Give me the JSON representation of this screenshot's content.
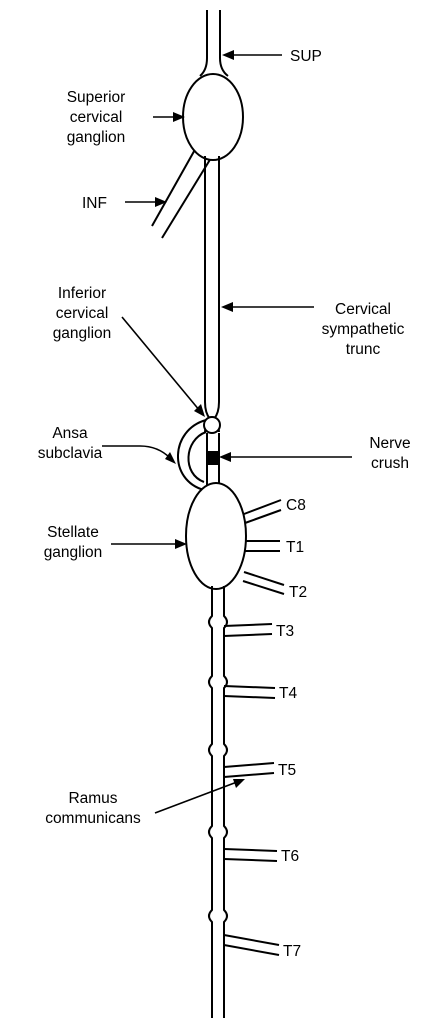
{
  "labels": {
    "sup": "SUP",
    "inf": "INF",
    "superior_cervical_ganglion": [
      "Superior",
      "cervical",
      "ganglion"
    ],
    "inferior_cervical_ganglion": [
      "Inferior",
      "cervical",
      "ganglion"
    ],
    "cervical_sympathetic_trunk": [
      "Cervical",
      "sympathetic",
      "trunc"
    ],
    "ansa_subclavia": [
      "Ansa",
      "subclavia"
    ],
    "nerve_crush": [
      "Nerve",
      "crush"
    ],
    "stellate_ganglion": [
      "Stellate",
      "ganglion"
    ],
    "ramus_communicans": [
      "Ramus",
      "communicans"
    ]
  },
  "roots": [
    "C8",
    "T1",
    "T2",
    "T3",
    "T4",
    "T5",
    "T6",
    "T7"
  ],
  "colors": {
    "ink": "#000000",
    "background": "#ffffff"
  }
}
